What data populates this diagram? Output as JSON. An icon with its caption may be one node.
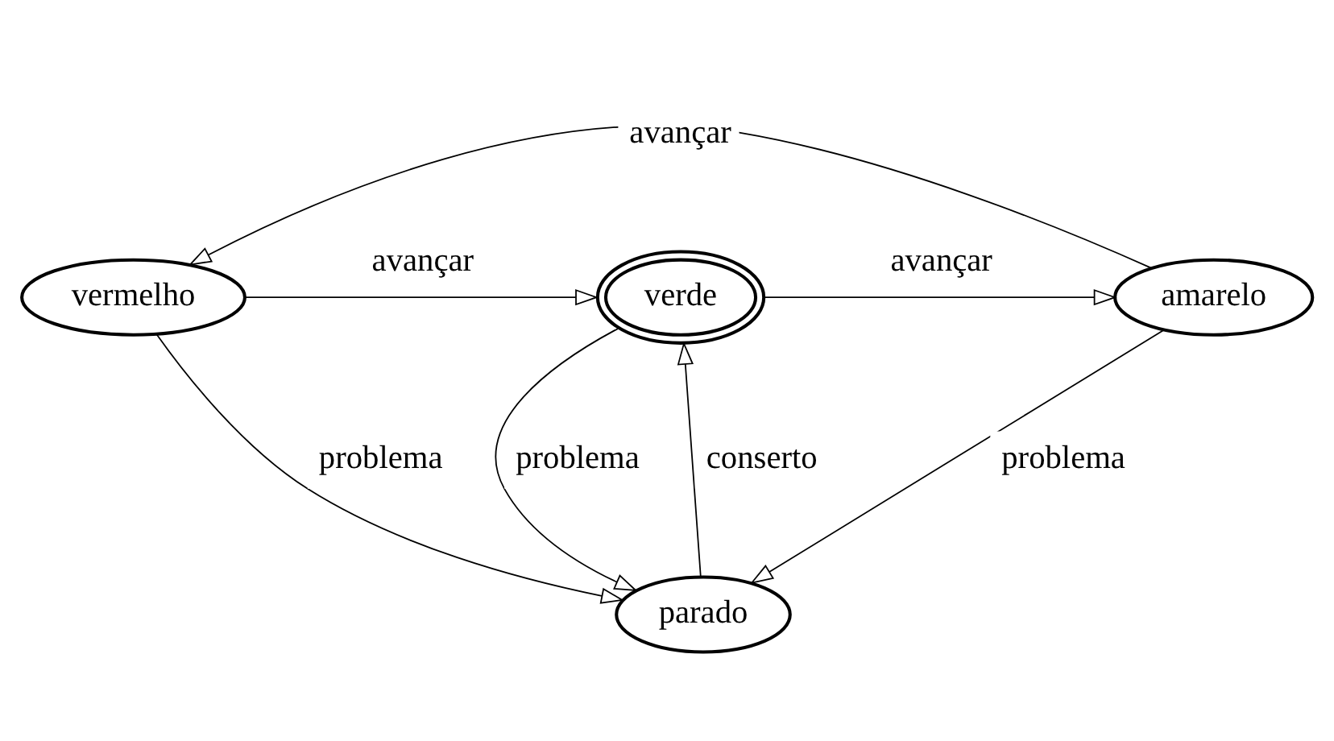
{
  "diagram": {
    "nodes": [
      {
        "text": [
          "vermelho"
        ]
      },
      {
        "text": [
          "verde"
        ]
      },
      {
        "text": [
          "amarelo"
        ]
      },
      {
        "text": [
          "parado"
        ]
      }
    ],
    "edges": [
      {
        "from": 0,
        "to": 1,
        "arrow": "to",
        "label": "avançar"
      },
      {
        "from": 1,
        "to": 2,
        "arrow": "to",
        "label": "avançar"
      },
      {
        "from": 2,
        "to": 0,
        "arrow": "to",
        "label": "avançar"
      },
      {
        "from": 0,
        "to": 3,
        "arrow": "to",
        "label": "problema"
      },
      {
        "from": 1,
        "to": 3,
        "arrow": "to",
        "label": "problema"
      },
      {
        "from": 3,
        "to": 1,
        "arrow": "to",
        "label": "conserto"
      },
      {
        "from": 2,
        "to": 3,
        "arrow": "to",
        "label": "problema"
      }
    ]
  }
}
